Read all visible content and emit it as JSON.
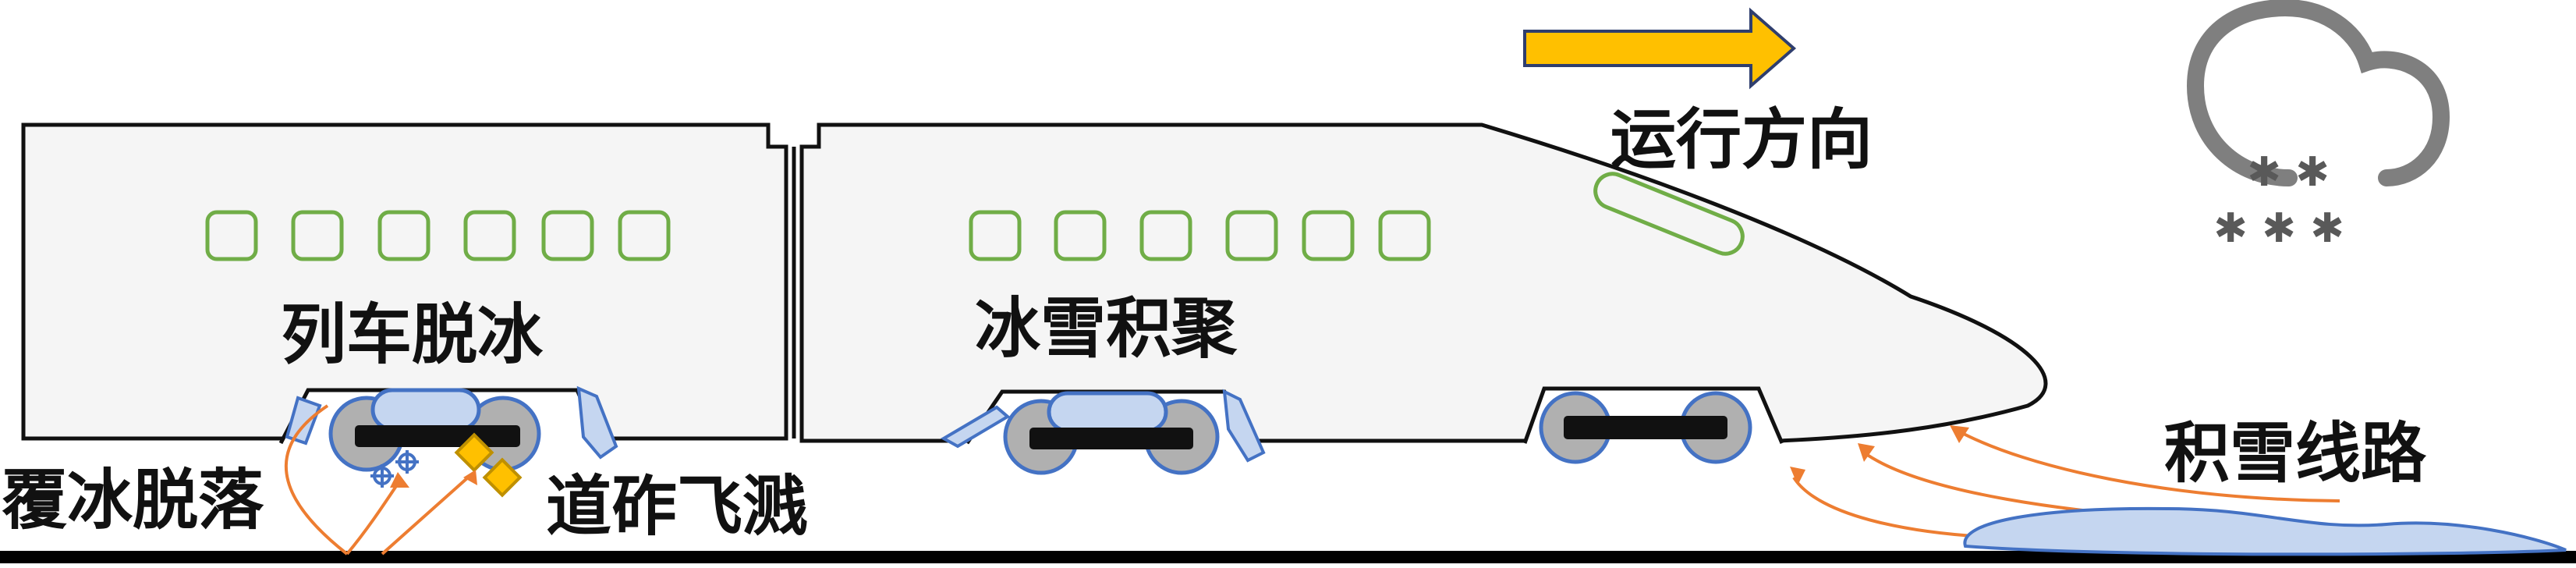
{
  "labels": {
    "direction": "运行方向",
    "deicing": "列车脱冰",
    "ice_accumulation": "冰雪积聚",
    "snowy_track": "积雪线路",
    "ice_falling": "覆冰脱落",
    "ballast_flying": "道砟飞溅"
  },
  "colors": {
    "train_outline": "#111111",
    "train_fill": "#f5f5f5",
    "window": "#70ad47",
    "arrow": "#ffc000",
    "ice": "#c5d6f0",
    "ice_stroke": "#4472c4",
    "wheel": "#b0b0b0",
    "trajectory": "#ed7d31",
    "ballast": "#ffc000",
    "snow_cloud": "#595959",
    "rail": "#000000"
  },
  "icons": [
    "direction-arrow-icon",
    "snow-cloud-icon",
    "snowflake-icon",
    "ballast-stone-icon"
  ]
}
